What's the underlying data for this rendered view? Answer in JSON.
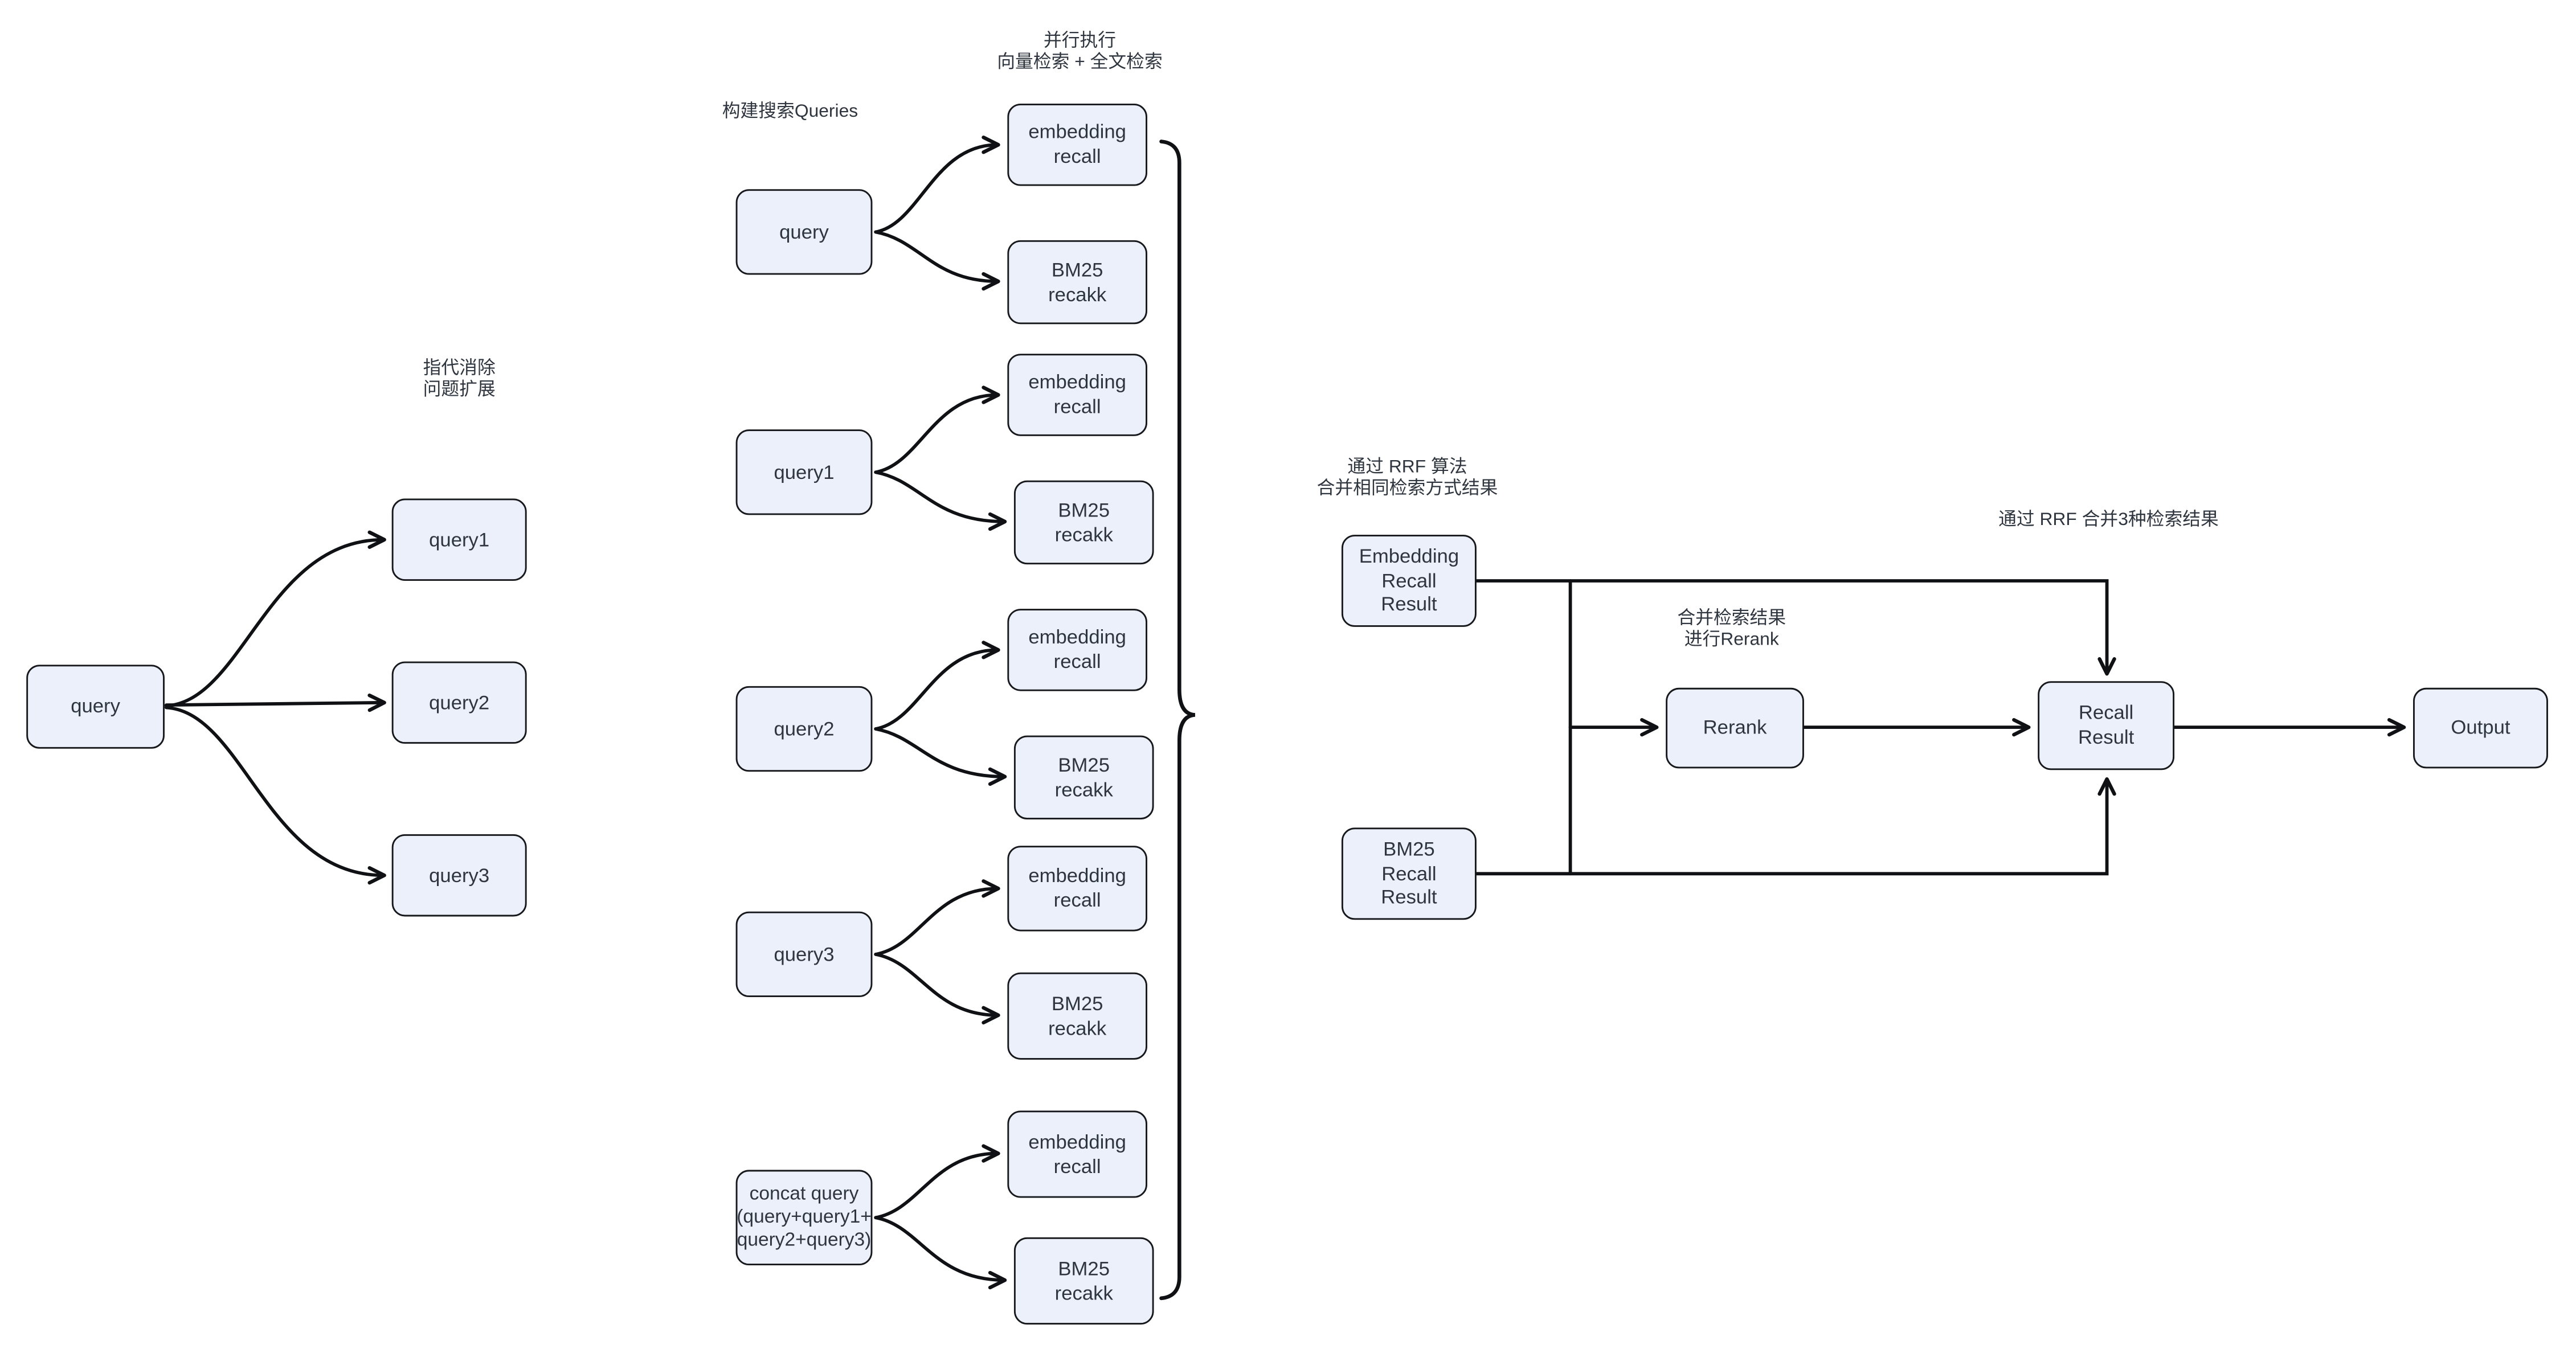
{
  "diagram": {
    "background": "#ffffff",
    "node_fill": "#ebf0fa",
    "node_border": "#17181c",
    "line_color": "#101114",
    "text_color": "#2f353e"
  },
  "annotations": {
    "coref_expand": "指代消除\n问题扩展",
    "build_queries": "构建搜索Queries",
    "parallel_exec": "并行执行\n向量检索 + 全文检索",
    "rrf_same_method": "通过 RRF 算法\n合并相同检索方式结果",
    "merge_rerank": "合并检索结果\n进行Rerank",
    "rrf_merge_three": "通过 RRF 合并3种检索结果"
  },
  "nodes": {
    "l_query": "query",
    "l_q1": "query1",
    "l_q2": "query2",
    "l_q3": "query3",
    "m_query": "query",
    "m_q1": "query1",
    "m_q2": "query2",
    "m_q3": "query3",
    "m_concat": "concat query\n(query+query1+\nquery2+query3)",
    "embedding_recall": "embedding\nrecall",
    "bm25_recakk": "BM25\nrecakk",
    "embedding_recall_result": "Embedding\nRecall\nResult",
    "bm25_recall_result": "BM25\nRecall\nResult",
    "rerank": "Rerank",
    "recall_result": "Recall\nResult",
    "output": "Output"
  }
}
